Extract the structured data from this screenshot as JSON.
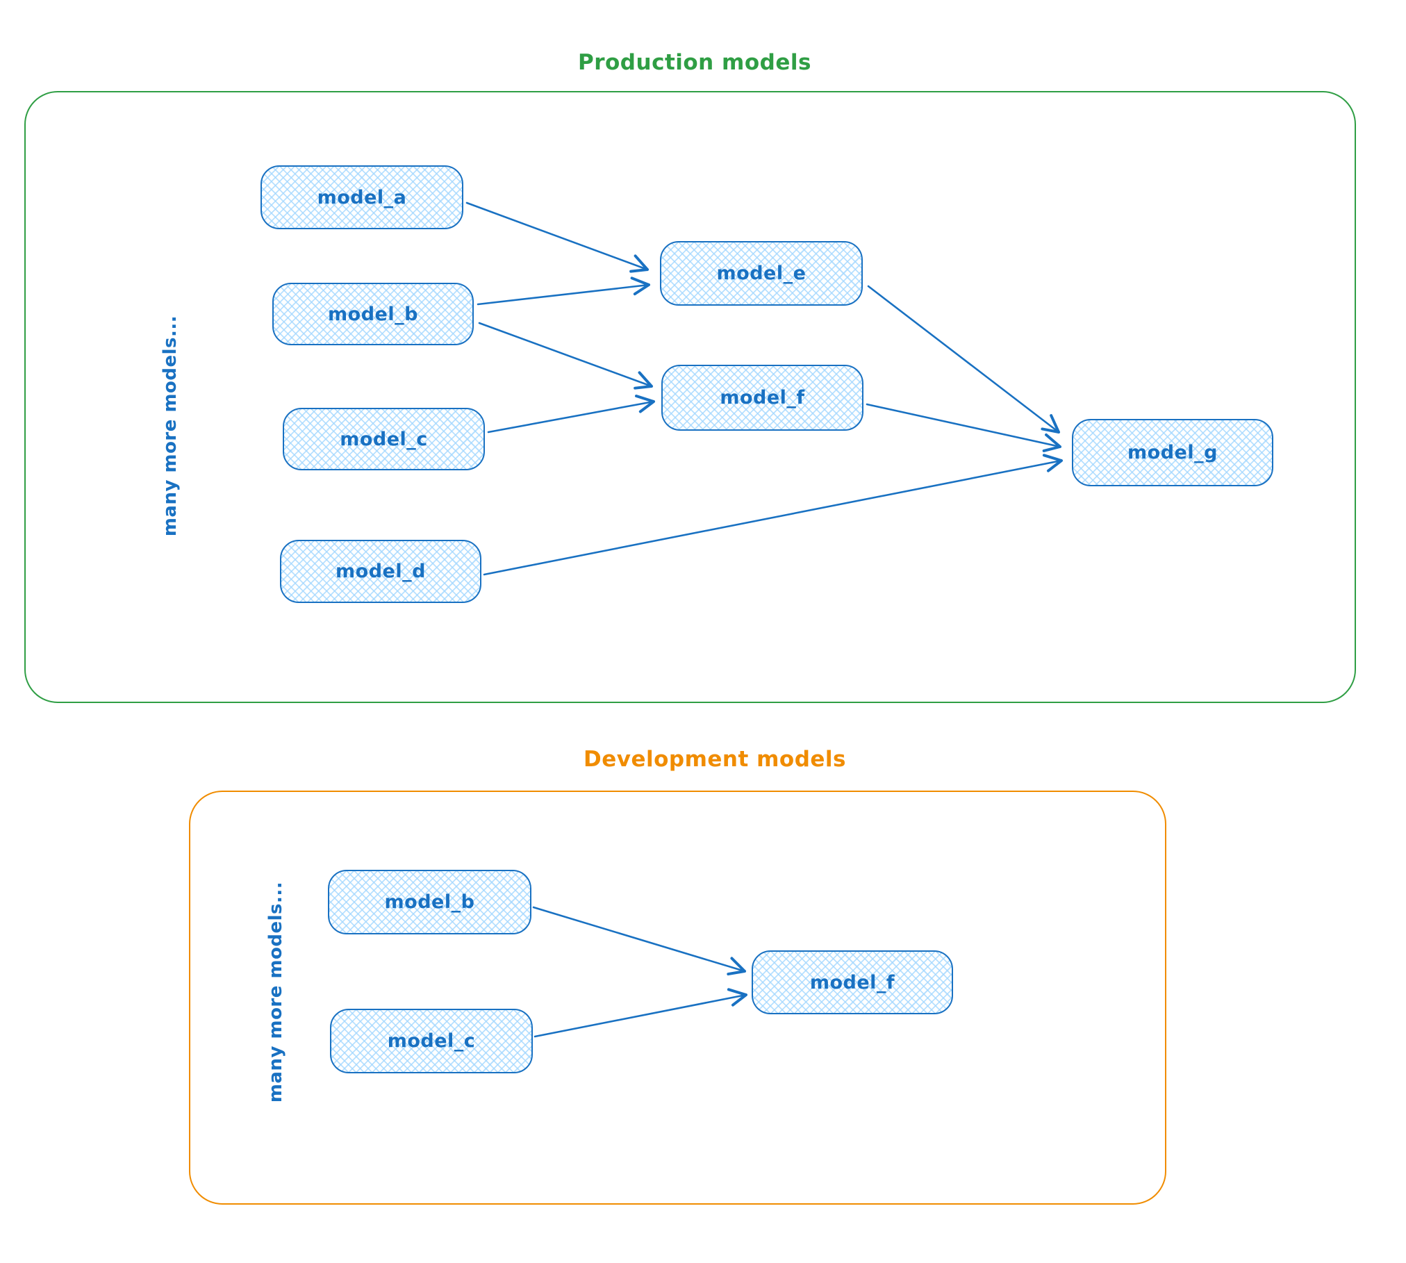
{
  "diagram": {
    "node_style": {
      "stroke_color": "#1971c2",
      "hatch_fill_color": "#a5d8ff"
    },
    "production": {
      "title": "Production models",
      "accent_color": "#2f9e44",
      "side_label": "many more models...",
      "nodes": [
        {
          "id": "model_a",
          "label": "model_a"
        },
        {
          "id": "model_b",
          "label": "model_b"
        },
        {
          "id": "model_c",
          "label": "model_c"
        },
        {
          "id": "model_d",
          "label": "model_d"
        },
        {
          "id": "model_e",
          "label": "model_e"
        },
        {
          "id": "model_f",
          "label": "model_f"
        },
        {
          "id": "model_g",
          "label": "model_g"
        }
      ],
      "edges": [
        {
          "from": "model_a",
          "to": "model_e"
        },
        {
          "from": "model_b",
          "to": "model_e"
        },
        {
          "from": "model_b",
          "to": "model_f"
        },
        {
          "from": "model_c",
          "to": "model_f"
        },
        {
          "from": "model_e",
          "to": "model_g"
        },
        {
          "from": "model_f",
          "to": "model_g"
        },
        {
          "from": "model_d",
          "to": "model_g"
        }
      ]
    },
    "development": {
      "title": "Development models",
      "accent_color": "#f08c00",
      "side_label": "many more models...",
      "nodes": [
        {
          "id": "model_b",
          "label": "model_b"
        },
        {
          "id": "model_c",
          "label": "model_c"
        },
        {
          "id": "model_f",
          "label": "model_f"
        }
      ],
      "edges": [
        {
          "from": "model_b",
          "to": "model_f"
        },
        {
          "from": "model_c",
          "to": "model_f"
        }
      ]
    }
  }
}
